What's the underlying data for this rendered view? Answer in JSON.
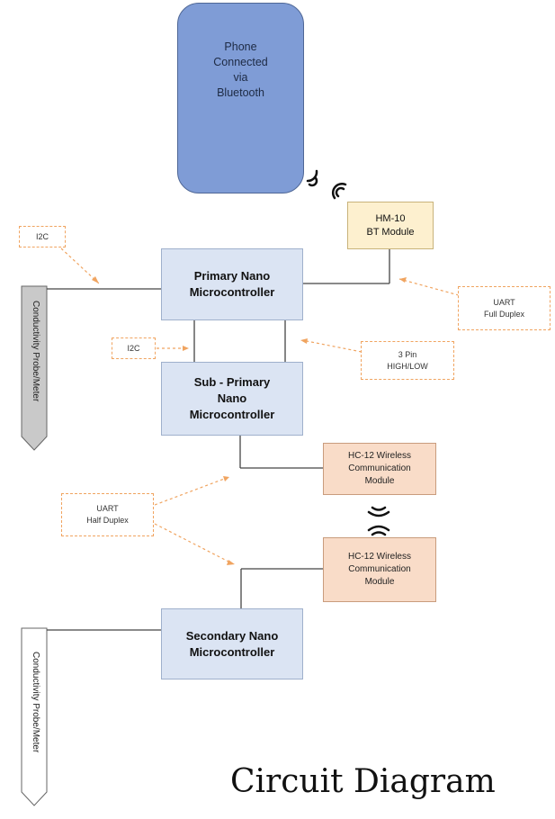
{
  "phone": {
    "text": "Phone\nConnected\nvia\nBluetooth"
  },
  "hm10": {
    "line1": "HM-10",
    "line2": "BT Module"
  },
  "primary": {
    "line1": "Primary Nano",
    "line2": "Microcontroller"
  },
  "sub_primary": {
    "line1": "Sub - Primary",
    "line2": "Nano",
    "line3": "Microcontroller"
  },
  "secondary": {
    "line1": "Secondary Nano",
    "line2": "Microcontroller"
  },
  "hc12_top": {
    "line1": "HC-12 Wireless",
    "line2": "Communication",
    "line3": "Module"
  },
  "hc12_bottom": {
    "line1": "HC-12 Wireless",
    "line2": "Communication",
    "line3": "Module"
  },
  "labels": {
    "i2c_top": "I2C",
    "i2c_mid": "I2C",
    "uart_full_line1": "UART",
    "uart_full_line2": "Full Duplex",
    "pin_line1": "3 Pin",
    "pin_line2": "HIGH/LOW",
    "uart_half_line1": "UART",
    "uart_half_line2": "Half Duplex"
  },
  "probe_top": "Conductivity Probe/Meter",
  "probe_bottom": "Conductivity Probe/Meter",
  "caption": "Circuit Diagram"
}
